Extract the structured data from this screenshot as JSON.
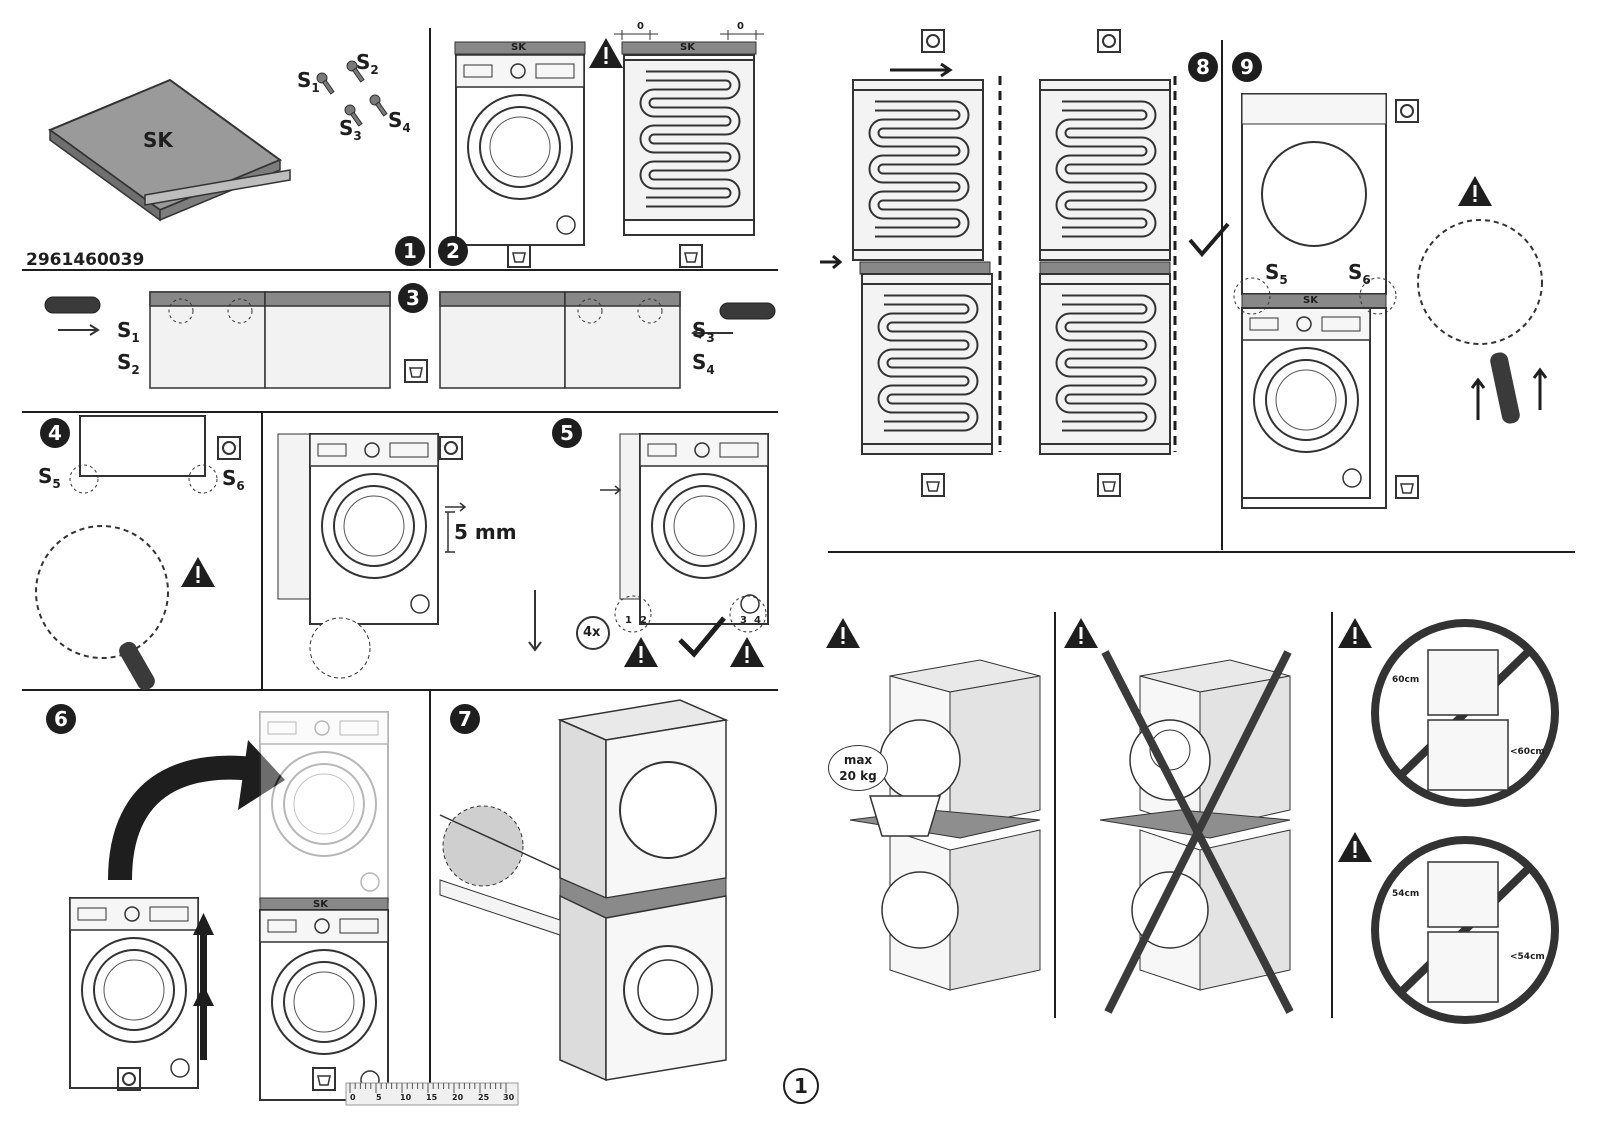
{
  "kit": {
    "name": "SK",
    "part_number": "2961460039"
  },
  "screws": [
    "S1",
    "S2",
    "S3",
    "S4"
  ],
  "screw_labels": {
    "s1": {
      "base": "S",
      "sub": "1"
    },
    "s2": {
      "base": "S",
      "sub": "2"
    },
    "s3": {
      "base": "S",
      "sub": "3"
    },
    "s4": {
      "base": "S",
      "sub": "4"
    },
    "s5": {
      "base": "S",
      "sub": "5"
    },
    "s6": {
      "base": "S",
      "sub": "6"
    }
  },
  "steps": [
    "1",
    "2",
    "3",
    "4",
    "5",
    "6",
    "7",
    "8",
    "9"
  ],
  "clearance": {
    "left": "0",
    "right": "0"
  },
  "step5": {
    "height": "5 mm",
    "count": "4x",
    "feet": [
      "1",
      "2",
      "3",
      "4"
    ]
  },
  "warnings": {
    "load": {
      "max_line1": "max",
      "max_line2": "20 kg"
    },
    "width_60": {
      "top": "60cm",
      "bottom": "<60cm"
    },
    "width_54": {
      "top": "54cm",
      "bottom": "<54cm"
    }
  },
  "ruler": {
    "ticks": [
      "0",
      "5",
      "10",
      "15",
      "20",
      "25",
      "30"
    ]
  },
  "page_number": "1",
  "icons": [
    "dryer-icon",
    "washer-icon",
    "warning-icon",
    "check-icon",
    "screwdriver-icon",
    "arrow-icon",
    "prohibited-icon"
  ]
}
